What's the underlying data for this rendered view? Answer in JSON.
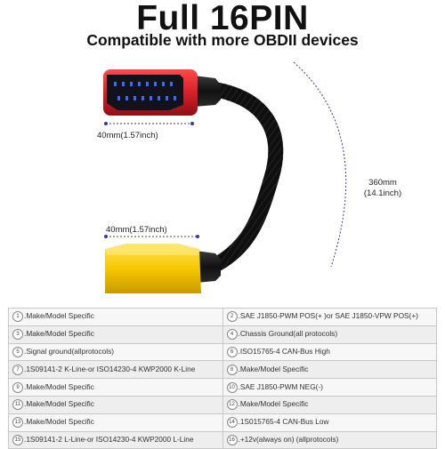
{
  "header": {
    "title": "Full 16PIN",
    "subtitle": "Compatible with more OBDII devices"
  },
  "dimensions": {
    "top_connector": "40mm(1.57inch)",
    "bottom_connector": "40mm(1.57inch)",
    "cable_length_mm": "360mm",
    "cable_length_in": "(14.1inch)"
  },
  "colors": {
    "top_connector": "#d8202a",
    "top_face": "#12131a",
    "pin_glow": "#3a6bff",
    "bottom_connector": "#f7c800",
    "cable": "#1a1a1a"
  },
  "pins": [
    {
      "num": "1",
      "label": "Make/Model Specific"
    },
    {
      "num": "2",
      "label": "SAE J1850-PWM POS(+ )or SAE J1850-VPW POS(+)"
    },
    {
      "num": "3",
      "label": "Make/Model Specific"
    },
    {
      "num": "4",
      "label": "Chassis Ground(all protocols)"
    },
    {
      "num": "5",
      "label": "Signal ground(allprotocols)"
    },
    {
      "num": "6",
      "label": "ISO15765-4 CAN-Bus High"
    },
    {
      "num": "7",
      "label": "1S09141-2 K-Line-or ISO14230-4 KWP2000 K-Line"
    },
    {
      "num": "8",
      "label": "Make/Model Specific"
    },
    {
      "num": "9",
      "label": "Make/Model Specific"
    },
    {
      "num": "10",
      "label": "SAE J1850-PWM NEG(-)"
    },
    {
      "num": "11",
      "label": "Make/Model Specific"
    },
    {
      "num": "12",
      "label": "Make/Model Specific"
    },
    {
      "num": "13",
      "label": "Make/Model Specific"
    },
    {
      "num": "14",
      "label": "1S015765-4 CAN-Bus Low"
    },
    {
      "num": "15",
      "label": "1S09141-2 L-Line-or ISO14230-4 KWP2000 L-Line"
    },
    {
      "num": "16",
      "label": "+12v(always on) (allprotocols)"
    }
  ]
}
